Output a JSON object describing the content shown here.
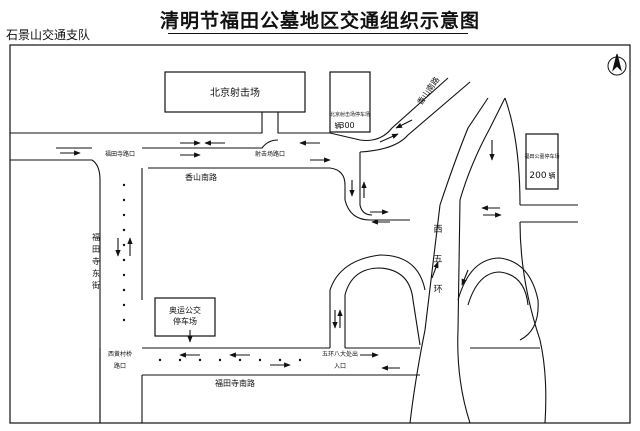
{
  "title": "清明节福田公墓地区交通组织示意图",
  "subtitle": "石景山交通支队",
  "labels": {
    "beijing_shooting": "北京射击场",
    "parking_300_name": "北京射击场停车场",
    "parking_300_count": "300",
    "parking_300_unit": "辆",
    "parking_200_name": "福田公墓停车场",
    "parking_200_count": "200",
    "parking_200_unit": "辆",
    "fengtian_temple_exit": "福田寺路口",
    "shooting_exit": "射击场路口",
    "xiangshan_south_road": "香山南路",
    "xiangshan_road_diag": "香山南路",
    "futian_temple_east_street": [
      "福",
      "田",
      "寺",
      "东",
      "街"
    ],
    "west_fifth_ring": [
      "西",
      "五",
      "环"
    ],
    "olympic_parking": [
      "奥运公交",
      "停车场"
    ],
    "xihuang_village": [
      "西黄村桥",
      "路口"
    ],
    "ring_entry": [
      "五环八大处出",
      "入口"
    ],
    "futian_south_road": "福田寺南路"
  },
  "icons": {
    "north_arrow": "north-arrow-icon"
  },
  "colors": {
    "line": "#111111",
    "background": "#ffffff"
  }
}
